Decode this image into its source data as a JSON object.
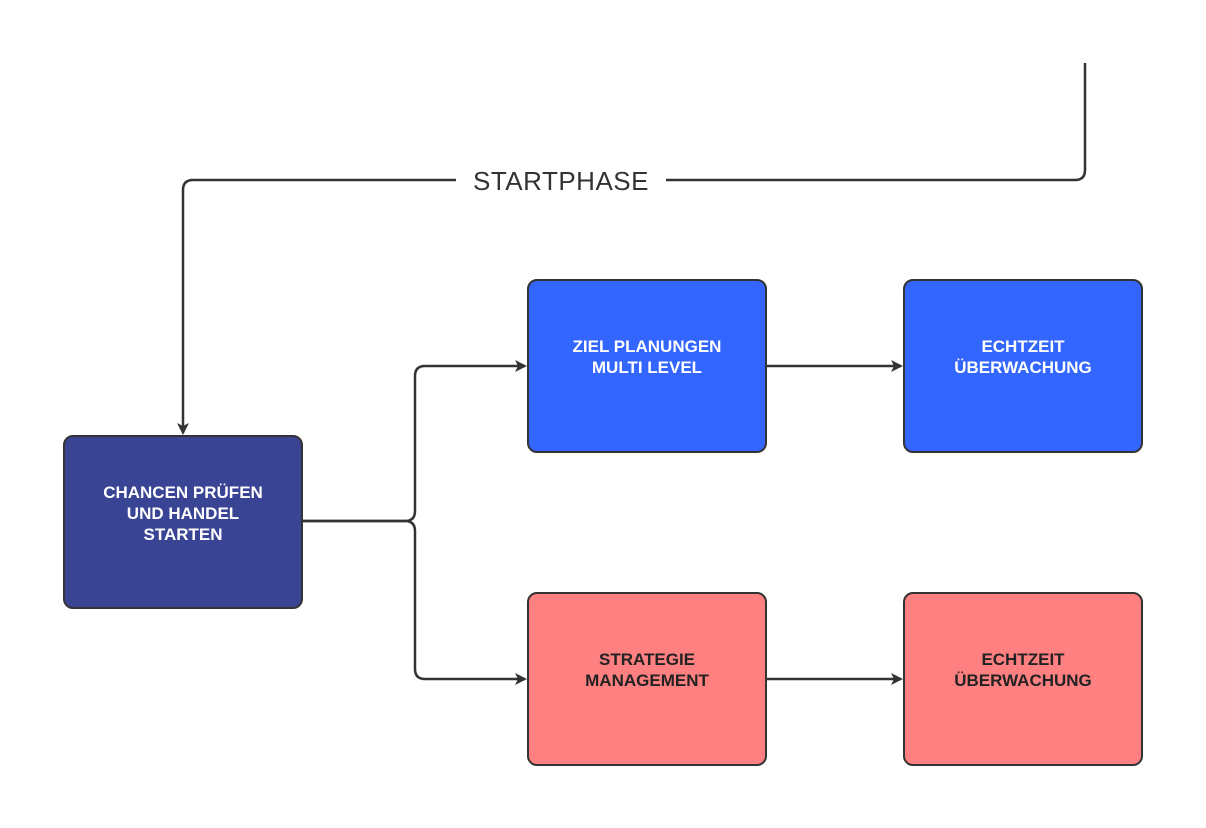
{
  "diagram": {
    "label": "STARTPHASE",
    "nodes": {
      "start": {
        "text": "CHANCEN PRÜFEN\nUND HANDEL\nSTARTEN",
        "fill": "#3a4494",
        "text_color": "#ffffff"
      },
      "ziel": {
        "text": "ZIEL PLANUNGEN\nMULTI LEVEL",
        "fill": "#3366ff",
        "text_color": "#ffffff"
      },
      "echtzeit_blue": {
        "text": "ECHTZEIT\nÜBERWACHUNG",
        "fill": "#3366ff",
        "text_color": "#ffffff"
      },
      "strategie": {
        "text": "STRATEGIE\nMANAGEMENT",
        "fill": "#ff8080",
        "text_color": "#222222"
      },
      "echtzeit_red": {
        "text": "ECHTZEIT\nÜBERWACHUNG",
        "fill": "#ff8080",
        "text_color": "#222222"
      }
    },
    "edges": [
      {
        "from": "startphase",
        "to": "start"
      },
      {
        "from": "start",
        "to": "ziel"
      },
      {
        "from": "start",
        "to": "strategie"
      },
      {
        "from": "ziel",
        "to": "echtzeit_blue"
      },
      {
        "from": "strategie",
        "to": "echtzeit_red"
      }
    ],
    "line_color": "#333333"
  }
}
